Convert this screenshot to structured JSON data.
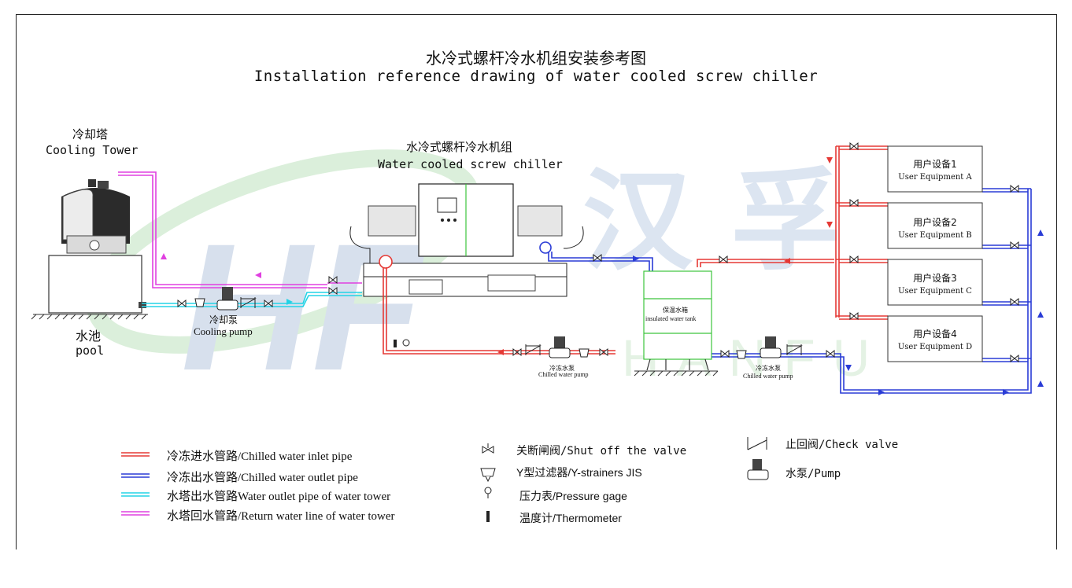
{
  "title": {
    "cn": "水冷式螺杆冷水机组安装参考图",
    "en": "Installation reference drawing of water cooled screw chiller"
  },
  "cooling_tower": {
    "cn": "冷却塔",
    "en": "Cooling Tower"
  },
  "chiller": {
    "cn": "水冷式螺杆冷水机组",
    "en": "Water cooled screw chiller"
  },
  "pool": {
    "cn": "水池",
    "en": "pool"
  },
  "cooling_pump": {
    "cn": "冷却泵",
    "en": "Cooling pump"
  },
  "tank": {
    "cn": "保温水箱",
    "en": "insulated water tank"
  },
  "chilled_pump_1": {
    "cn": "冷冻水泵",
    "en": "Chilled water pump"
  },
  "chilled_pump_2": {
    "cn": "冷冻水泵",
    "en": "Chilled water pump"
  },
  "user_equipment": [
    {
      "cn": "用户设备1",
      "en": "User Equipment A"
    },
    {
      "cn": "用户设备2",
      "en": "User Equipment B"
    },
    {
      "cn": "用户设备3",
      "en": "User Equipment C"
    },
    {
      "cn": "用户设备4",
      "en": "User Equipment D"
    }
  ],
  "watermark": {
    "text": "汉 孚",
    "sub": "HANFU"
  },
  "legend": {
    "lines": [
      {
        "label": "冷冻进水管路/Chilled water inlet pipe",
        "color": "#e53935"
      },
      {
        "label": "冷冻出水管路/Chilled water outlet pipe",
        "color": "#2a3cd6"
      },
      {
        "label": "水塔出水管路Water outlet pipe of water tower",
        "color": "#22d3e6"
      },
      {
        "label": "水塔回水管路/Return water line of water tower",
        "color": "#e040e0"
      }
    ],
    "symbols": [
      {
        "label": "关断闸阀/Shut off the valve",
        "icon": "shut-off-valve-icon"
      },
      {
        "label": "Y型过滤器/Y-strainers JIS",
        "icon": "y-strainer-icon"
      },
      {
        "label": "压力表/Pressure gage",
        "icon": "pressure-gage-icon"
      },
      {
        "label": "温度计/Thermometer",
        "icon": "thermometer-icon"
      },
      {
        "label": "止回阀/Check valve",
        "icon": "check-valve-icon"
      },
      {
        "label": "水泵/Pump",
        "icon": "pump-icon"
      }
    ]
  },
  "colors": {
    "inlet": "#e53935",
    "outlet": "#2a3cd6",
    "tower_out": "#22d3e6",
    "tower_return": "#e040e0",
    "tank": "#3cc43c"
  }
}
